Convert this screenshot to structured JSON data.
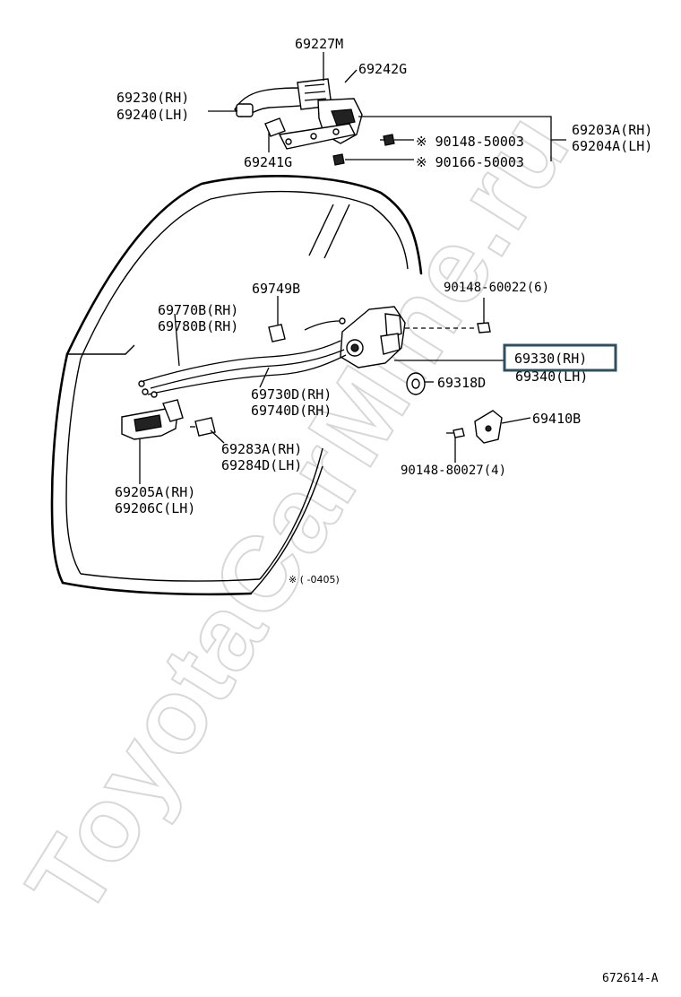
{
  "watermark": "ToyotaCarMine.ru",
  "figure_id": "672614-A",
  "footnote": "※ (    -0405)",
  "highlight": {
    "part": "69330(RH)",
    "color": "#2e4f5f"
  },
  "labels": {
    "p69227M": "69227M",
    "p69242G": "69242G",
    "p69230": "69230(RH)",
    "p69240": "69240(LH)",
    "p69203A": "69203A(RH)",
    "p69204A": "69204A(LH)",
    "p90148_50003": "※ 90148-50003",
    "p90166_50003": "※ 90166-50003",
    "p69241G": "69241G",
    "p69749B": "69749B",
    "p90148_60022": "90148-60022(6)",
    "p69770B": "69770B(RH)",
    "p69780B": "69780B(RH)",
    "p69330": "69330(RH)",
    "p69340": "69340(LH)",
    "p69318D": "69318D",
    "p69730D": "69730D(RH)",
    "p69740D": "69740D(RH)",
    "p69410B": "69410B",
    "p69283A": "69283A(RH)",
    "p69284D": "69284D(LH)",
    "p90148_80027": "90148-80027(4)",
    "p69205A": "69205A(RH)",
    "p69206C": "69206C(LH)"
  }
}
